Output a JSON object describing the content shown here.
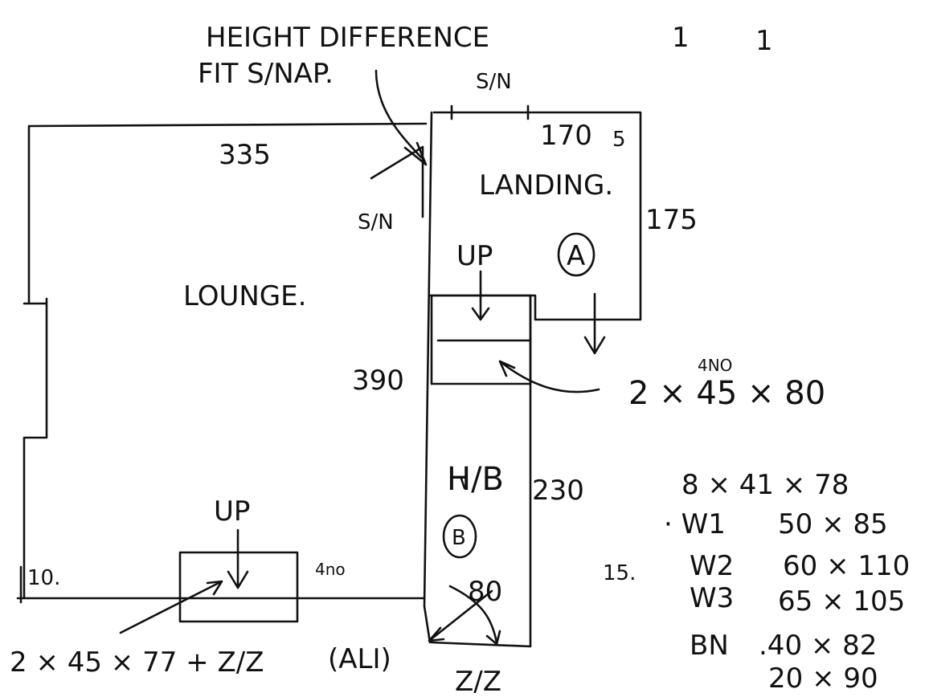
{
  "notes": {
    "height_difference": "HEIGHT DIFFERENCE",
    "fit_snap": "FIT S/NAP.",
    "page_marks": [
      "1",
      "1"
    ]
  },
  "rooms": {
    "lounge": "LOUNGE.",
    "landing": "LANDING.",
    "hb": "H/B"
  },
  "markers": {
    "a": "A",
    "b": "B"
  },
  "labels": {
    "sn_top": "S/N",
    "sn_left": "S/N",
    "up_top": "UP",
    "up_bottom": "UP",
    "four_no_top": "4NO",
    "four_no_bottom": "4no",
    "ali": "(ALI)",
    "ali_dim": "80",
    "zz_bottom": "Z/Z"
  },
  "dimensions": {
    "d335": "335",
    "d170": "170",
    "d5": "5",
    "d175": "175",
    "d390": "390",
    "d230": "230",
    "d10": "10."
  },
  "callouts": {
    "stair_top": "2 × 45 × 80",
    "stair_bottom": "2 × 45 × 77 + Z/Z"
  },
  "schedule": {
    "rows": [
      {
        "id": "",
        "spec": "8 × 41 × 78"
      },
      {
        "id": "· W1",
        "spec": "50 × 85"
      },
      {
        "id": "W2",
        "spec": "60 × 110"
      },
      {
        "id": "W3",
        "spec": "65 × 105"
      },
      {
        "id": "BN",
        "spec": ".40 × 82"
      },
      {
        "id": "",
        "spec": "20 × 90"
      }
    ],
    "count": "15."
  }
}
